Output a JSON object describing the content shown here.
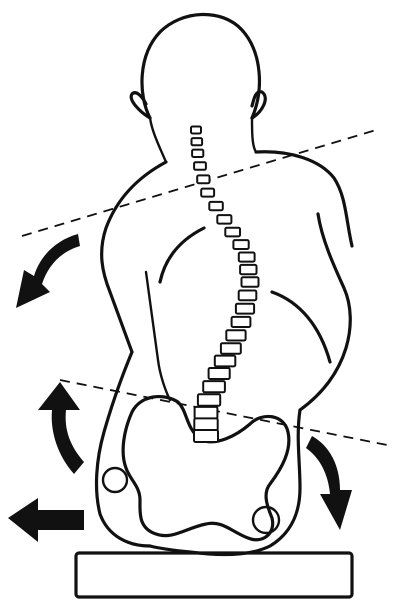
{
  "illustration": {
    "subject": "scoliosis",
    "ink_color": "#111111",
    "background_color": "#ffffff",
    "vertebra_count": 25,
    "tilt_reference_lines": 2,
    "rotation_arrows": 4,
    "base": "seat-block"
  }
}
